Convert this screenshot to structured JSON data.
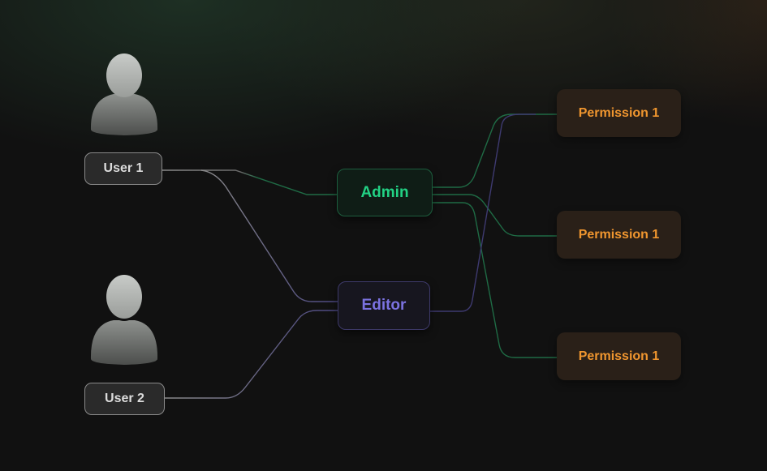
{
  "users": [
    {
      "label": "User 1",
      "icon": "user-avatar-icon"
    },
    {
      "label": "User 2",
      "icon": "user-avatar-icon"
    }
  ],
  "roles": {
    "admin": {
      "label": "Admin",
      "color": "#22d184"
    },
    "editor": {
      "label": "Editor",
      "color": "#7b72e0"
    }
  },
  "permissions": [
    {
      "label": "Permission 1"
    },
    {
      "label": "Permission 1"
    },
    {
      "label": "Permission 1"
    }
  ],
  "colors": {
    "permission": "#f0962f",
    "admin_wire": "#1f6b45",
    "editor_wire": "#4a4680",
    "user_wire": "#7a7a7a"
  },
  "connections": [
    {
      "from": "User 1",
      "to": "Admin"
    },
    {
      "from": "User 1",
      "to": "Editor"
    },
    {
      "from": "User 2",
      "to": "Editor"
    },
    {
      "from": "Admin",
      "to": "Permission 1 (top)"
    },
    {
      "from": "Admin",
      "to": "Permission 1 (middle)"
    },
    {
      "from": "Admin",
      "to": "Permission 1 (bottom)"
    },
    {
      "from": "Editor",
      "to": "Permission 1 (top)"
    }
  ]
}
